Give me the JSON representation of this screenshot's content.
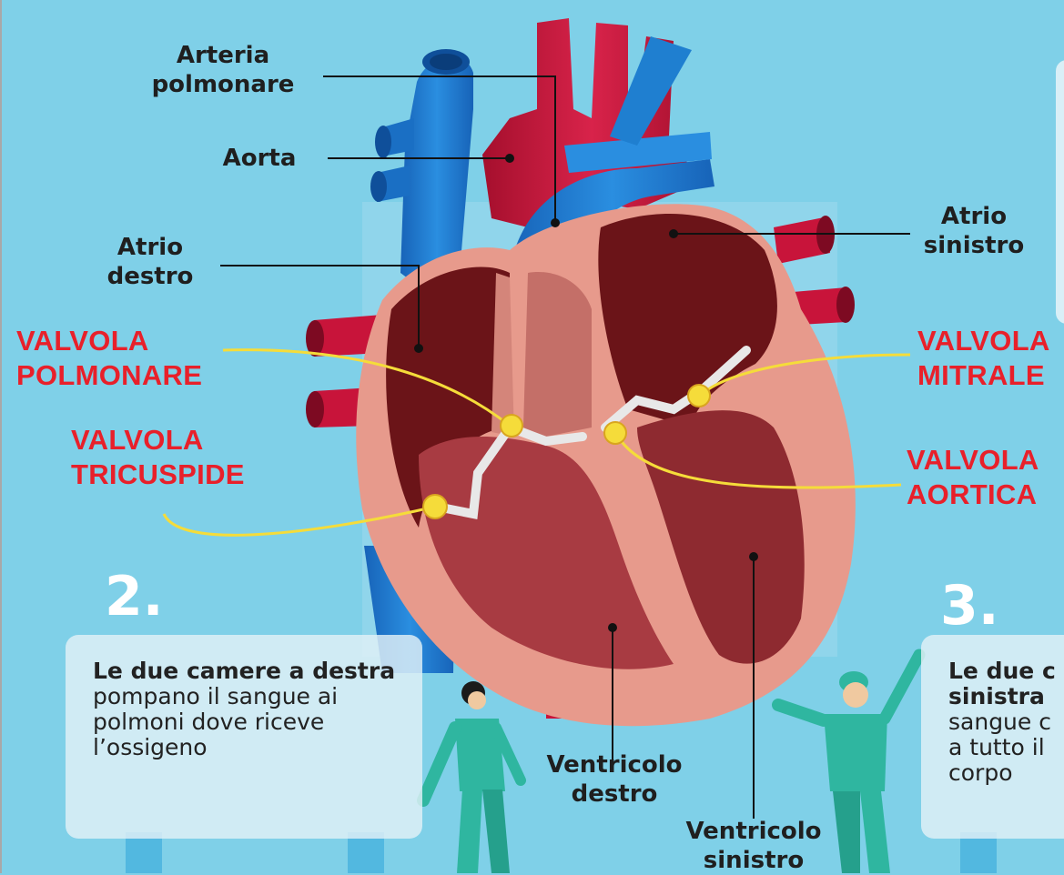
{
  "labels": {
    "arteria_polmonare": [
      "Arteria",
      "polmonare"
    ],
    "aorta": "Aorta",
    "atrio_destro": [
      "Atrio",
      "destro"
    ],
    "atrio_sinistro": [
      "Atrio",
      "sinistro"
    ],
    "ventricolo_destro": [
      "Ventricolo",
      "destro"
    ],
    "ventricolo_sinistro": [
      "Ventricolo",
      "sinistro"
    ]
  },
  "valves": {
    "polmonare": [
      "VALVOLA",
      "POLMONARE"
    ],
    "tricuspide": [
      "VALVOLA",
      "TRICUSPIDE"
    ],
    "mitrale": [
      "VALVOLA",
      "MITRALE"
    ],
    "aortica": [
      "VALVOLA",
      "AORTICA"
    ]
  },
  "steps": [
    {
      "number": "2.",
      "bold": "Le due camere a destra",
      "rest": "pompano il sangue ai polmoni dove riceve l’ossigeno"
    },
    {
      "number": "3.",
      "bold": "Le due c",
      "bold2": "sinistra",
      "rest_lines": [
        "sangue c",
        "a tutto il",
        "corpo"
      ]
    }
  ],
  "colors": {
    "background": "#7fd0e8",
    "valve_text": "#e8202a",
    "label_text": "#1f1f1f",
    "artery_red": "#c8143a",
    "vein_blue": "#1f7fd0",
    "valve_dot": "#f5dc3a"
  }
}
